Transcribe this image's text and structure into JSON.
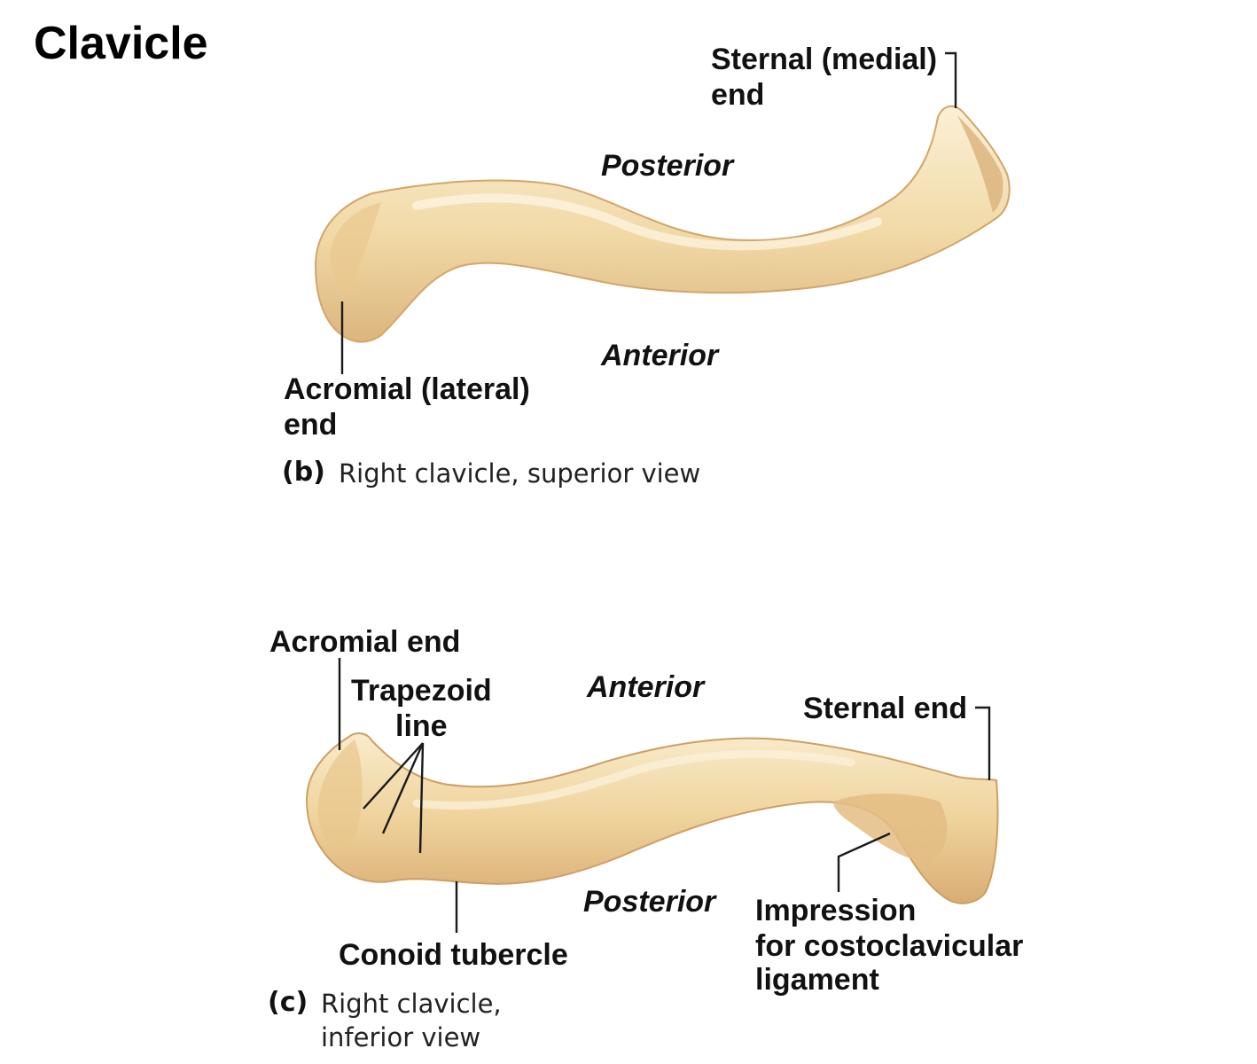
{
  "title": "Clavicle",
  "colors": {
    "bone_fill": "#f1d9a6",
    "bone_highlight": "#fbf0d6",
    "bone_shadow": "#d9b27a",
    "text": "#111111"
  },
  "figure_b": {
    "caption_letter": "(b)",
    "caption_text": "Right clavicle, superior view",
    "labels": {
      "sternal_line1": "Sternal (medial)",
      "sternal_line2": "end",
      "posterior": "Posterior",
      "anterior": "Anterior",
      "acromial_line1": "Acromial (lateral)",
      "acromial_line2": "end"
    }
  },
  "figure_c": {
    "caption_letter": "(c)",
    "caption_line1": "Right clavicle,",
    "caption_line2": "inferior view",
    "labels": {
      "acromial_end": "Acromial end",
      "trapezoid_line1": "Trapezoid",
      "trapezoid_line2": "line",
      "anterior": "Anterior",
      "sternal_end": "Sternal end",
      "posterior": "Posterior",
      "conoid": "Conoid tubercle",
      "impression_line1": "Impression",
      "impression_line2": "for costoclavicular",
      "impression_line3": "ligament"
    }
  }
}
